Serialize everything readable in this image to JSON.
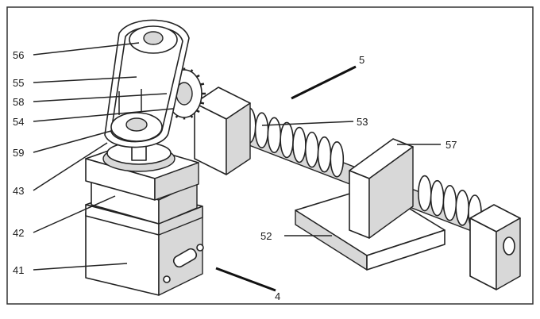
{
  "labels": {
    "l56": "56",
    "l55": "55",
    "l58": "58",
    "l54": "54",
    "l59": "59",
    "l43": "43",
    "l42": "42",
    "l41": "41",
    "l52": "52",
    "l53": "53",
    "l57": "57",
    "l5": "5",
    "l4": "4"
  }
}
